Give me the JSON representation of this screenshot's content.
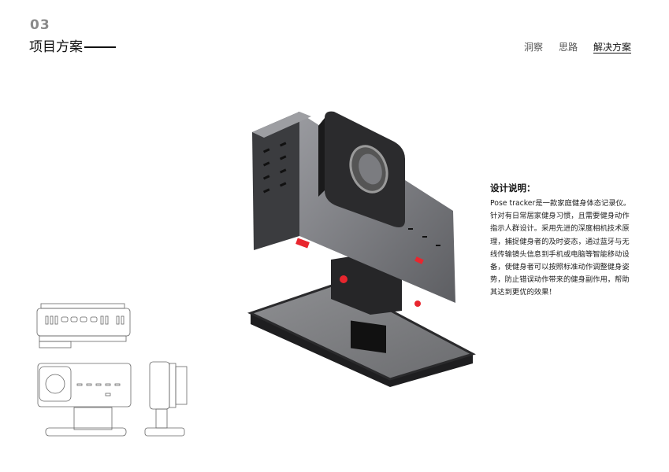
{
  "header": {
    "section_number": "03",
    "title": "项目方案"
  },
  "nav": {
    "items": [
      {
        "label": "洞察",
        "active": false
      },
      {
        "label": "思路",
        "active": false
      },
      {
        "label": "解决方案",
        "active": true
      }
    ]
  },
  "description": {
    "heading": "设计说明：",
    "lines": [
      "Pose tracker是一款家庭健身体态记录仪。",
      "针对有日常居家健身习惯，且需要健身动作",
      "指示人群设计。采用先进的深度相机技术原",
      "理，捕捉健身者的及时姿态，通过蓝牙与无",
      "线传输镜头信息到手机或电脑等智能移动设",
      "备，使健身者可以按照标准动作调整健身姿",
      "势，防止错误动作带来的健身副作用，帮助",
      "其达到更优的效果！"
    ]
  },
  "colors": {
    "accent_red": "#e8262e",
    "body_gray": "#7a7b7e",
    "dark": "#2b2b2d"
  }
}
